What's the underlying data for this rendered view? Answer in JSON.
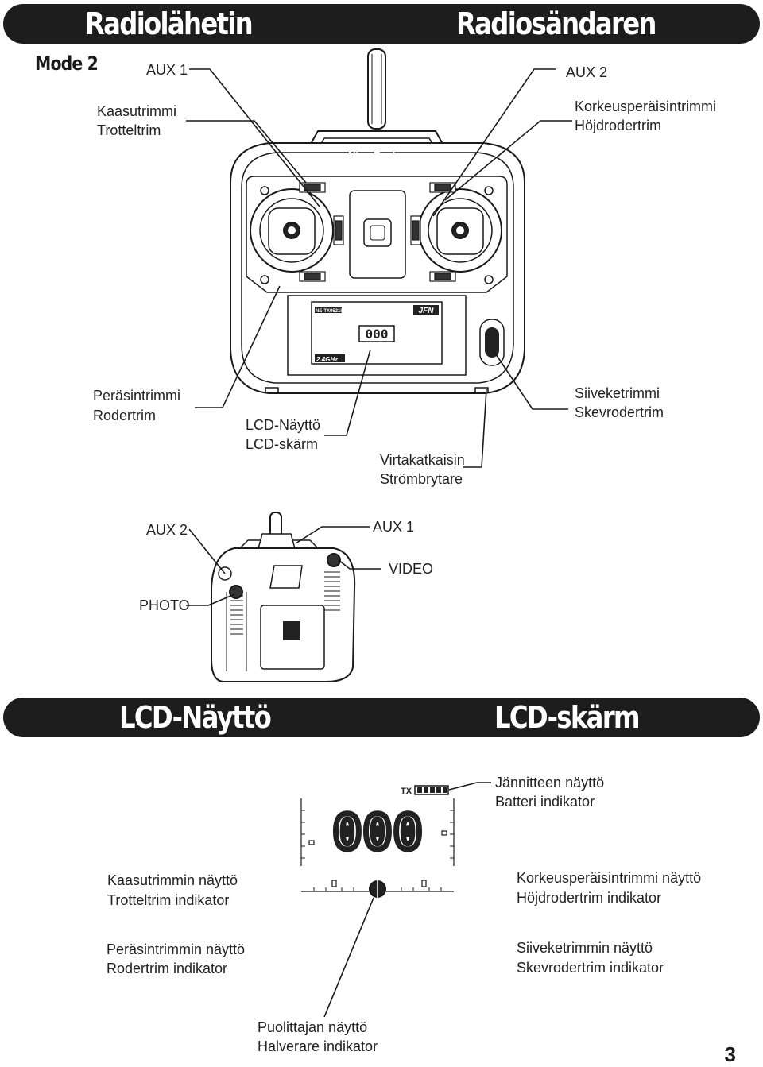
{
  "banners": {
    "top": {
      "left": "Radiolähetin",
      "right": "Radiosändaren"
    },
    "lcd": {
      "left": "LCD-Näyttö",
      "right": "LCD-skärm"
    }
  },
  "mode_label": "Mode 2",
  "transmitter": {
    "brand": "Nine Eagles",
    "lcd_model": "NE-TX05215-B",
    "lcd_logo": "JFN",
    "lcd_freq": "2.4GHz",
    "lcd_digits": "000"
  },
  "front_labels": {
    "aux1": "AUX 1",
    "aux2": "AUX 2",
    "throttle_trim": {
      "line1": "Kaasutrimmi",
      "line2": "Trotteltrim"
    },
    "elevator_trim": {
      "line1": "Korkeusperäisintrimmi",
      "line2": "Höjdrodertrim"
    },
    "rudder_trim": {
      "line1": "Peräsintrimmi",
      "line2": "Rodertrim"
    },
    "lcd": {
      "line1": "LCD-Näyttö",
      "line2": "LCD-skärm"
    },
    "power_switch": {
      "line1": "Virtakatkaisin",
      "line2": "Strömbrytare"
    },
    "aileron_trim": {
      "line1": "Siiveketrimmi",
      "line2": "Skevrodertrim"
    }
  },
  "back_labels": {
    "aux2": "AUX 2",
    "aux1": "AUX 1",
    "video": "VIDEO",
    "photo": "PHOTO"
  },
  "lcd_labels": {
    "tx": "TX",
    "digits": "000",
    "voltage": {
      "line1": "Jännitteen näyttö",
      "line2": "Batteri indikator"
    },
    "throttle": {
      "line1": "Kaasutrimmin näyttö",
      "line2": "Trotteltrim indikator"
    },
    "elevator": {
      "line1": "Korkeusperäisintrimmi näyttö",
      "line2": "Höjdrodertrim indikator"
    },
    "rudder": {
      "line1": "Peräsintrimmin näyttö",
      "line2": "Rodertrim indikator"
    },
    "aileron": {
      "line1": "Siiveketrimmin näyttö",
      "line2": "Skevrodertrim indikator"
    },
    "halver": {
      "line1": "Puolittajan näyttö",
      "line2": "Halverare indikator"
    }
  },
  "page_number": "3"
}
